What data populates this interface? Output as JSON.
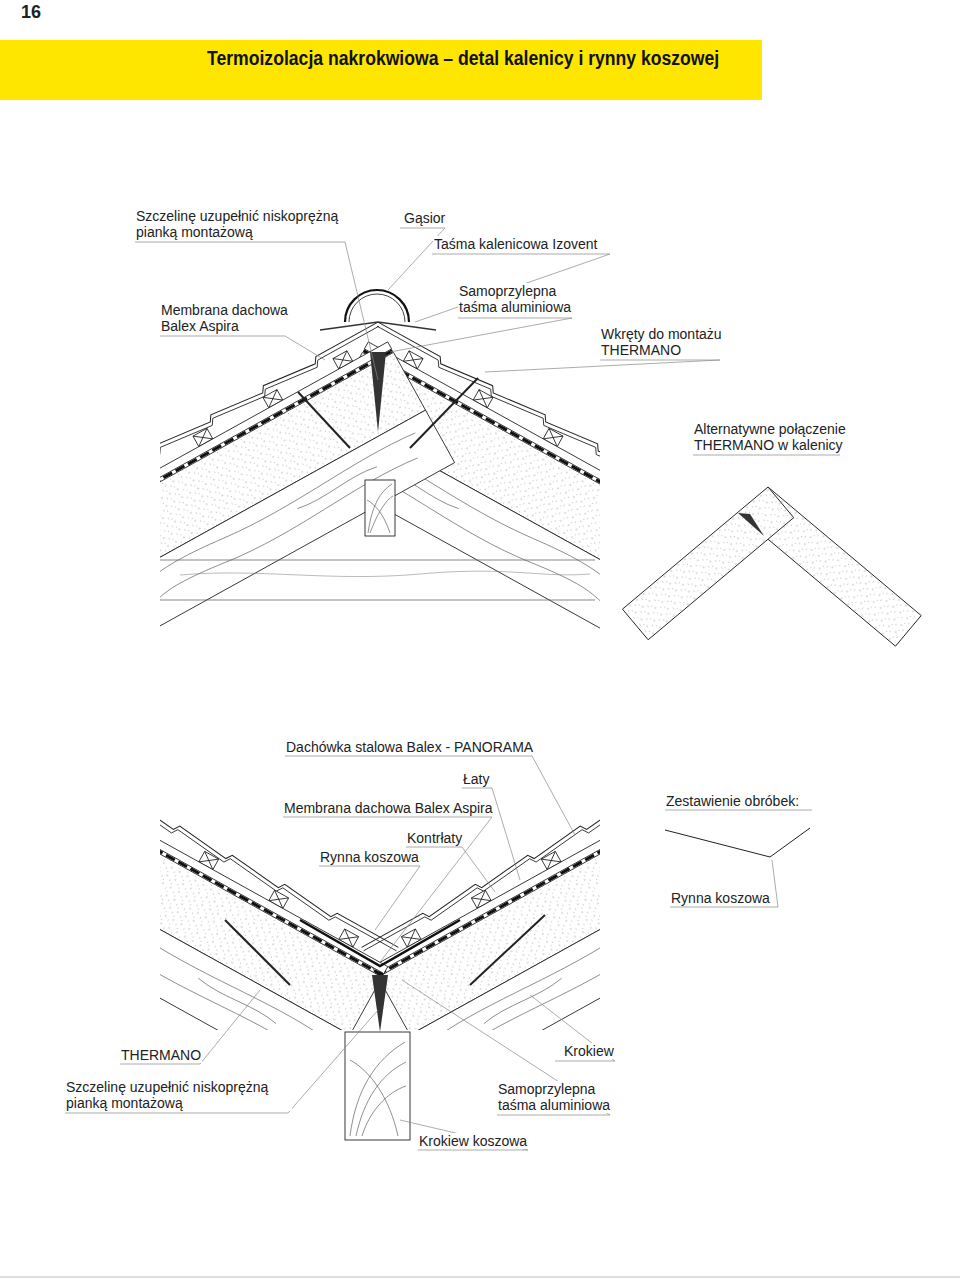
{
  "diagram": {
    "title": "Termoizolacja nakrokwiowa – detal kalenicy i rynny koszowej",
    "labels": [
      "16",
      "Szczelinę uzupełnić niskoprężną pianką montażową",
      "Gąsior",
      "Taśma kalenicowa Izovent",
      "Membrana dachowa Balex Aspira",
      "Samoprzylepna taśma aluminiowa",
      "Wkręty do montażu THERMANO",
      "Alternatywne połączenie THERMANO w kalenicy",
      "Dachówka stalowa Balex - PANORAMA",
      "Łaty",
      "Membrana dachowa Balex Aspira",
      "Zestawienie obróbek:",
      "Kontrłaty",
      "Rynna koszowa",
      "Rynna koszowa",
      "THERMANO",
      "Krokiew",
      "Szczelinę uzupełnić niskoprężną pianką montażową",
      "Samoprzylepna taśma aluminiowa",
      "Krokiew koszowa"
    ]
  }
}
